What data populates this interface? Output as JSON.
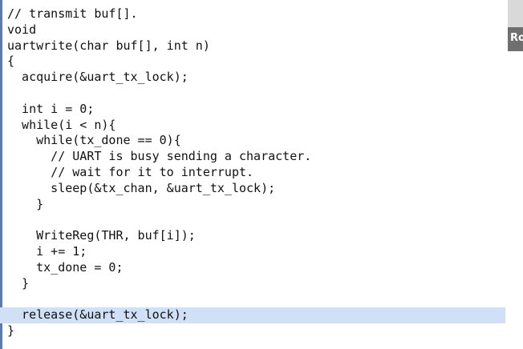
{
  "code": {
    "lines": [
      "// transmit buf[].",
      "void",
      "uartwrite(char buf[], int n)",
      "{",
      "  acquire(&uart_tx_lock);",
      "",
      "  int i = 0;",
      "  while(i < n){",
      "    while(tx_done == 0){",
      "      // UART is busy sending a character.",
      "      // wait for it to interrupt.",
      "      sleep(&tx_chan, &uart_tx_lock);",
      "    }",
      "",
      "    WriteReg(THR, buf[i]);",
      "    i += 1;",
      "    tx_done = 0;",
      "  }",
      "",
      "  release(&uart_tx_lock);",
      "}"
    ],
    "highlighted_line": 20
  },
  "participant": {
    "name_fragment": "Ro"
  },
  "colors": {
    "highlight": "#cfe0f7",
    "gutter": "#5a7bb0"
  }
}
